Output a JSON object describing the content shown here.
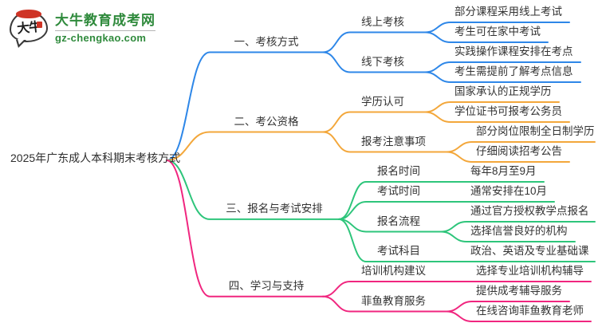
{
  "logo": {
    "bubble_text": "大牛",
    "brand": "大牛教育成考网",
    "domain": "gz-chengkao.com",
    "brand_color": "#2f8a3c",
    "seal_color": "#cf3426"
  },
  "mindmap": {
    "root": {
      "label": "2025年广东成人本科期末考核方式"
    },
    "branches": [
      {
        "label": "一、考核方式",
        "color": "#2e87e8",
        "children": [
          {
            "label": "线上考核",
            "children": [
              {
                "label": "部分课程采用线上考试"
              },
              {
                "label": "考生可在家中考试"
              }
            ]
          },
          {
            "label": "线下考核",
            "children": [
              {
                "label": "实践操作课程安排在考点"
              },
              {
                "label": "考生需提前了解考点信息"
              }
            ]
          }
        ]
      },
      {
        "label": "二、考公资格",
        "color": "#f3a73b",
        "children": [
          {
            "label": "学历认可",
            "children": [
              {
                "label": "国家承认的正规学历"
              },
              {
                "label": "学位证书可报考公务员"
              }
            ]
          },
          {
            "label": "报考注意事项",
            "children": [
              {
                "label": "部分岗位限制全日制学历"
              },
              {
                "label": "仔细阅读招考公告"
              }
            ]
          }
        ]
      },
      {
        "label": "三、报名与考试安排",
        "color": "#2ec57b",
        "children": [
          {
            "label": "报名时间",
            "children": [
              {
                "label": "每年8月至9月"
              }
            ]
          },
          {
            "label": "考试时间",
            "children": [
              {
                "label": "通常安排在10月"
              }
            ]
          },
          {
            "label": "报名流程",
            "children": [
              {
                "label": "通过官方授权教学点报名"
              },
              {
                "label": "选择信誉良好的机构"
              }
            ]
          },
          {
            "label": "考试科目",
            "children": [
              {
                "label": "政治、英语及专业基础课"
              }
            ]
          }
        ]
      },
      {
        "label": "四、学习与支持",
        "color": "#f0267f",
        "children": [
          {
            "label": "培训机构建议",
            "children": [
              {
                "label": "选择专业培训机构辅导"
              }
            ]
          },
          {
            "label": "菲鱼教育服务",
            "children": [
              {
                "label": "提供成考辅导服务"
              },
              {
                "label": "在线咨询菲鱼教育老师"
              }
            ]
          }
        ]
      }
    ]
  }
}
